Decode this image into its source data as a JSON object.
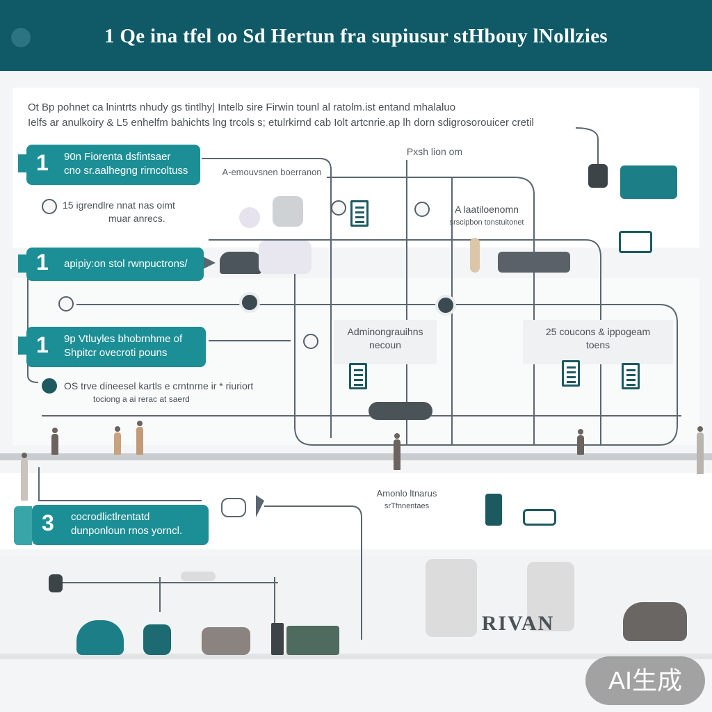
{
  "header": {
    "title": "1 Qe ina tfel oo Sd Hertun fra supiusur stHbouy lNollzies"
  },
  "intro": {
    "line1": "Ot   Bp pohnet ca lnintrts nhudy gs tintlhy| Intelb sire Firwin tounl al ratolm.ist entand mhalaluo",
    "line2": "Ielfs ar anulkoiry & L5 enhelfm bahichts lng trcols s; etulrkirnd cab Iolt artcnrie.ap lh  dorn sdigrosorouicer cretil"
  },
  "steps": [
    {
      "num": "1",
      "line1": "90n  Fiorenta dsfintsaer",
      "line2": "cno sr.aalhegng rirncoltuss"
    },
    {
      "num": "1",
      "line1": "apipiy:on stol rwnpuctrons/",
      "line2": ""
    },
    {
      "num": "1",
      "line1": "9p Vtluyles bhobrnhme of",
      "line2": "Shpitcr ovecroti pouns"
    },
    {
      "num": "3",
      "line1": "cocrodlictlrentatd",
      "line2": "dunponloun rnos yorncl."
    }
  ],
  "notes": {
    "n1_line1": "15 igrendlre nnat nas oimt",
    "n1_line2": "muar anrecs.",
    "n2_line1": "OS trve dineesel kartls e crntnrne ir  * riuriort",
    "n2_line2": "tociong a ai rerac  at saerd"
  },
  "labels": {
    "top_center": "Pxsh lion  om",
    "connector": "A-emouvsnen boerranon",
    "right_node_line1": "A laatiloenomn",
    "right_node_line2": "srscipbon tonstuitonet",
    "mid_node_line1": "Adminongrauihns",
    "mid_node_line2": "necoun",
    "far_node_line1": "25 coucons & ippogeam",
    "far_node_line2": "toens",
    "bottom_node_line1": "Amonlo ltnarus",
    "bottom_node_line2": "srTfnnentaes",
    "bottom_sign": "RIVAN"
  },
  "badge": {
    "text": "AI生成"
  },
  "colors": {
    "header": "#0f5a66",
    "teal": "#1c8f96",
    "line": "#5a6670",
    "dark": "#1c5a60"
  }
}
